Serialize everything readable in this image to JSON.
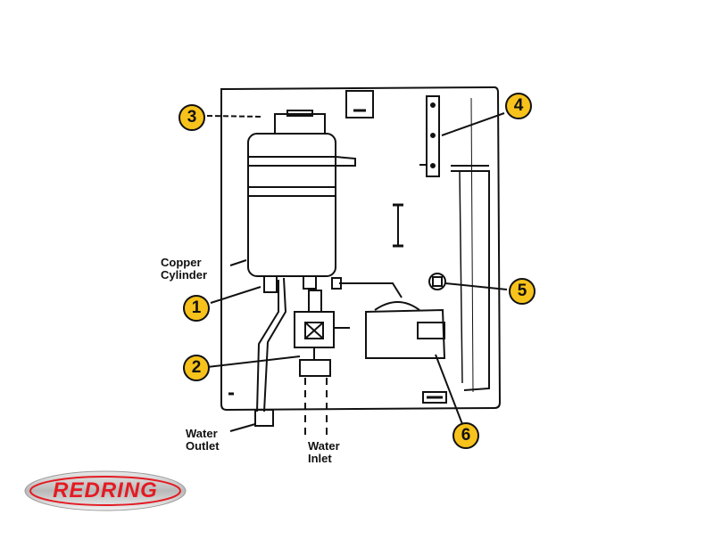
{
  "labels": {
    "copper_line1": "Copper",
    "copper_line2": "Cylinder",
    "outlet_line1": "Water",
    "outlet_line2": "Outlet",
    "inlet_line1": "Water",
    "inlet_line2": "Inlet"
  },
  "callouts": [
    "1",
    "2",
    "3",
    "4",
    "5",
    "6"
  ],
  "logo": {
    "text": "REDRING",
    "color": "#e31b23"
  },
  "colors": {
    "badge": "#f7c21b",
    "line": "#111111"
  }
}
